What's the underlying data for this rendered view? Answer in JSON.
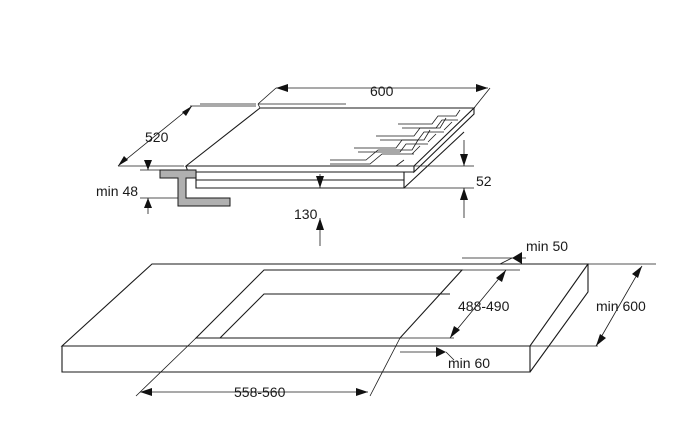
{
  "colors": {
    "line": "#1a1a1a",
    "bracket": "#b0b0b0",
    "background": "#ffffff"
  },
  "hob": {
    "width": "600",
    "depth": "520",
    "height": "52",
    "clearance": "130",
    "bracket_min": "min 48"
  },
  "worktop": {
    "cutout_width": "558-560",
    "cutout_depth": "488-490",
    "min_back": "min 50",
    "min_front": "min 60",
    "min_depth": "min 600"
  }
}
